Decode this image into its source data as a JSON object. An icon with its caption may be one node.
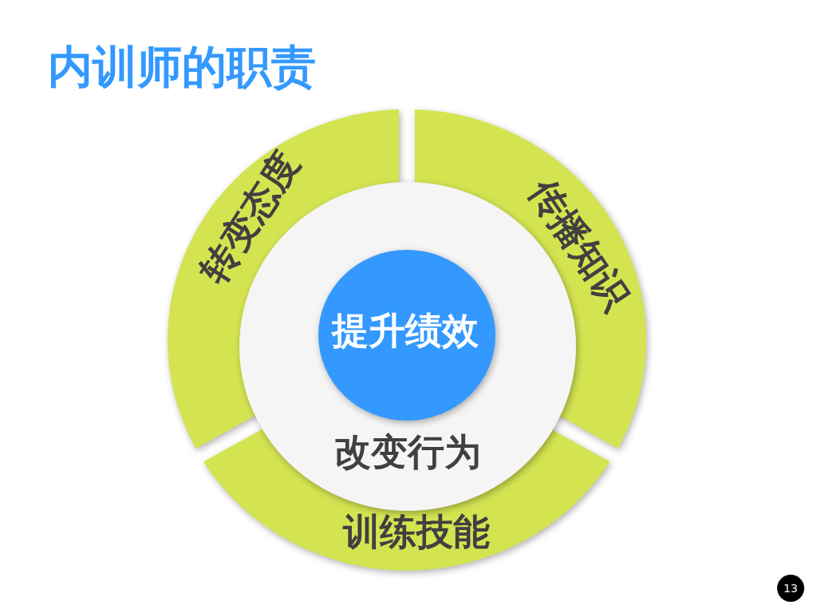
{
  "diagram": {
    "title": "内训师的职责",
    "nodes": [
      {
        "text": [
          "转变态度"
        ]
      },
      {
        "text": [
          "传播知识"
        ]
      },
      {
        "text": [
          "改变行为"
        ]
      },
      {
        "text": [
          "提升绩效"
        ],
        "in": 2
      },
      {
        "text": [
          "训练技能"
        ]
      }
    ],
    "labels": [
      "13"
    ]
  }
}
